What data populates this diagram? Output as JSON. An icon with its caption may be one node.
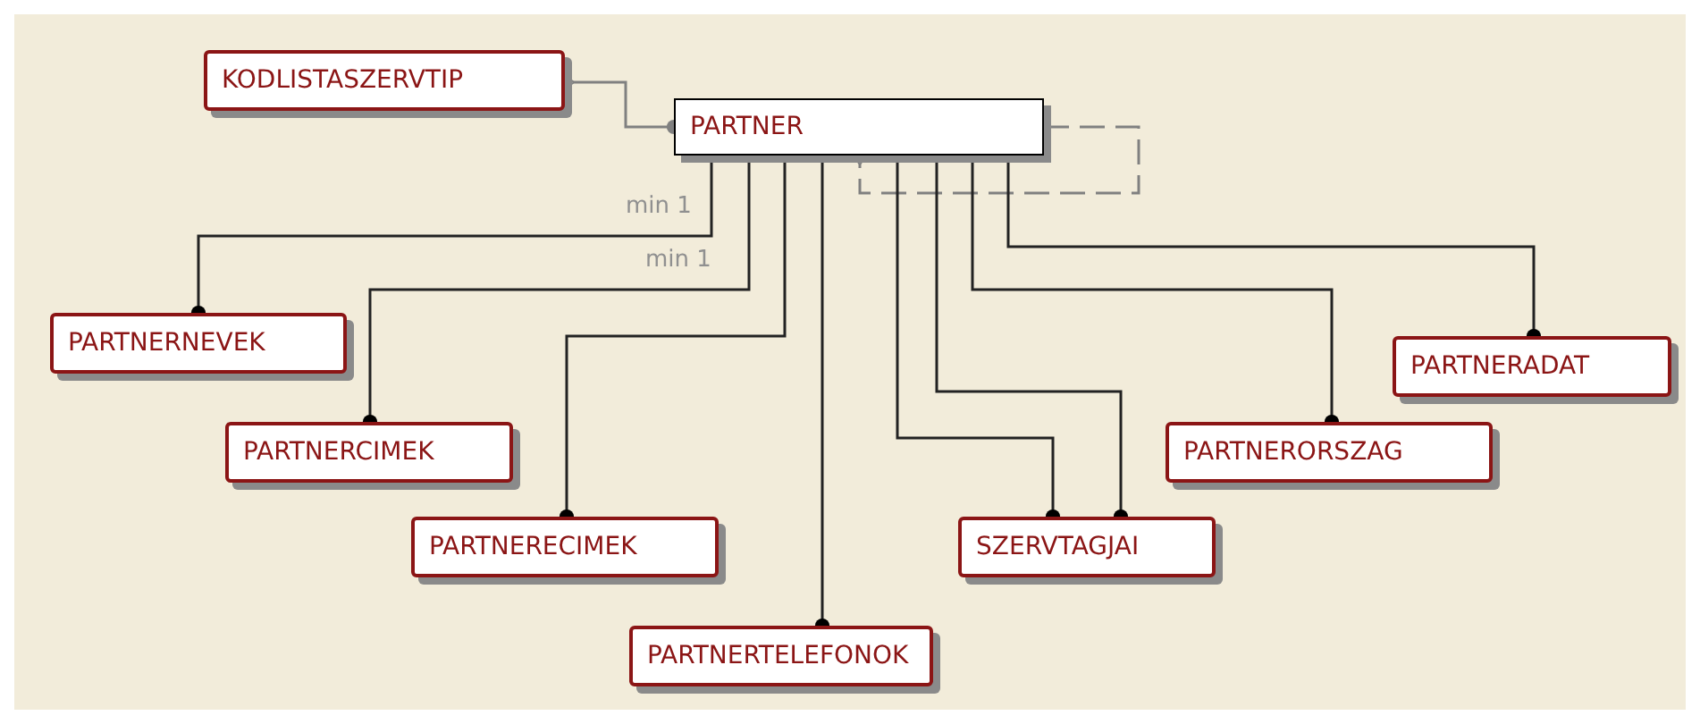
{
  "diagram": {
    "nodes": [
      {
        "text": [
          "KODLISTASZERVTIP"
        ]
      },
      {
        "text": [
          "PARTNER"
        ]
      },
      {
        "text": [
          "PARTNERNEVEK"
        ]
      },
      {
        "text": [
          "PARTNERADAT"
        ]
      },
      {
        "text": [
          "PARTNERCIMEK"
        ]
      },
      {
        "text": [
          "PARTNERORSZAG"
        ]
      },
      {
        "text": [
          "PARTNERECIMEK"
        ]
      },
      {
        "text": [
          "SZERVTAGJAI"
        ]
      },
      {
        "text": [
          "PARTNERTELEFONOK"
        ]
      }
    ],
    "edges": [
      {
        "from": 0,
        "to": 1,
        "arrow": "other",
        "color": "#808080"
      },
      {
        "from": 1,
        "to": 1,
        "arrow": "other",
        "style": "dashed",
        "color": "#808080"
      },
      {
        "from": 1,
        "to": 2,
        "arrow": "other",
        "label": "min 1"
      },
      {
        "from": 1,
        "to": 4,
        "arrow": "other",
        "label": "min 1"
      },
      {
        "from": 1,
        "to": 6,
        "arrow": "other"
      },
      {
        "from": 1,
        "to": 8,
        "arrow": "other"
      },
      {
        "from": 1,
        "to": 7,
        "arrow": "other"
      },
      {
        "from": 1,
        "to": 7,
        "arrow": "other"
      },
      {
        "from": 1,
        "to": 5,
        "arrow": "other"
      },
      {
        "from": 1,
        "to": 3,
        "arrow": "other"
      }
    ]
  }
}
